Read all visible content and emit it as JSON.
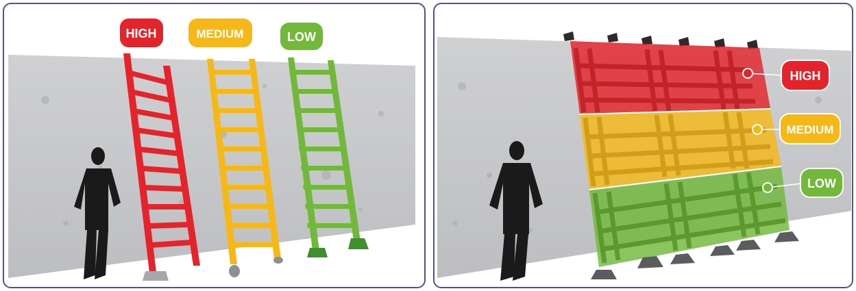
{
  "left_panel": {
    "labels": {
      "high": "HIGH",
      "medium": "MEDIUM",
      "low": "LOW"
    },
    "icons": [
      "person-silhouette-icon",
      "ladder-icon"
    ]
  },
  "right_panel": {
    "labels": {
      "high": "HIGH",
      "medium": "MEDIUM",
      "low": "LOW"
    },
    "icons": [
      "person-silhouette-icon",
      "scaffold-grid-icon"
    ]
  },
  "colors": {
    "high": "#e4232b",
    "medium": "#f5b817",
    "low": "#72b83a",
    "panel_border": "#4f4f9a",
    "wall": "#c8c9cc"
  }
}
